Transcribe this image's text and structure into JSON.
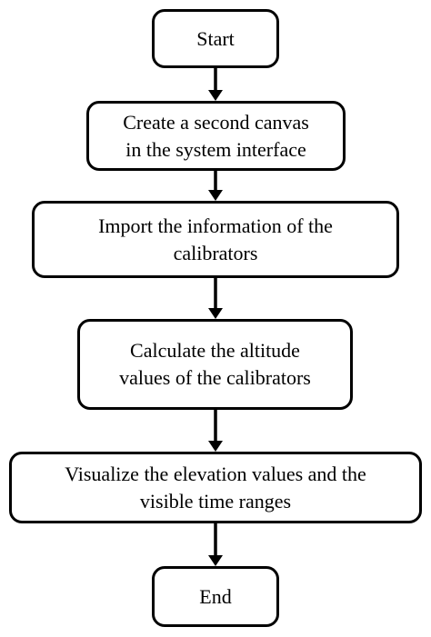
{
  "flowchart": {
    "start": "Start",
    "steps": [
      "Create a second canvas\nin the system interface",
      "Import the information of the\ncalibrators",
      "Calculate the altitude\nvalues of the calibrators",
      "Visualize the elevation values and the\nvisible time ranges"
    ],
    "end": "End"
  }
}
